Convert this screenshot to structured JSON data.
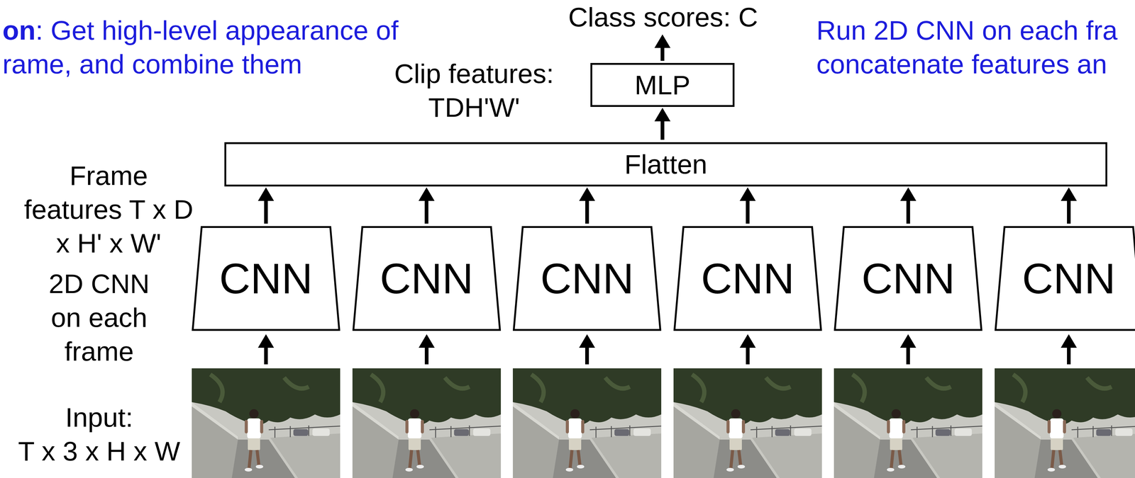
{
  "diagram": {
    "nodes": [
      {
        "text": [
          "MLP"
        ]
      },
      {
        "text": [
          "Flatten"
        ]
      },
      {
        "text": [
          "CNN"
        ]
      },
      {
        "text": [
          "CNN"
        ]
      },
      {
        "text": [
          "CNN"
        ]
      },
      {
        "text": [
          "CNN"
        ]
      },
      {
        "text": [
          "CNN"
        ]
      },
      {
        "text": [
          "CNN"
        ]
      }
    ],
    "edges": [
      {
        "from": 1,
        "to": 0,
        "arrow": "to"
      },
      {
        "from": 2,
        "to": 1,
        "arrow": "to"
      },
      {
        "from": 3,
        "to": 1,
        "arrow": "to"
      },
      {
        "from": 4,
        "to": 1,
        "arrow": "to"
      },
      {
        "from": 5,
        "to": 1,
        "arrow": "to"
      },
      {
        "from": 6,
        "to": 1,
        "arrow": "to"
      },
      {
        "from": 7,
        "to": 1,
        "arrow": "to"
      }
    ],
    "labels": [
      "on",
      ": Get high-level appearance of rame, and combine them",
      "Class scores: C",
      "Run 2D CNN on each fra concatenate features an",
      "Clip features: TDH'W'",
      "Frame features T x D x H' x W'",
      "2D CNN on each frame",
      "Input:",
      "T x 3 x H x W"
    ]
  }
}
